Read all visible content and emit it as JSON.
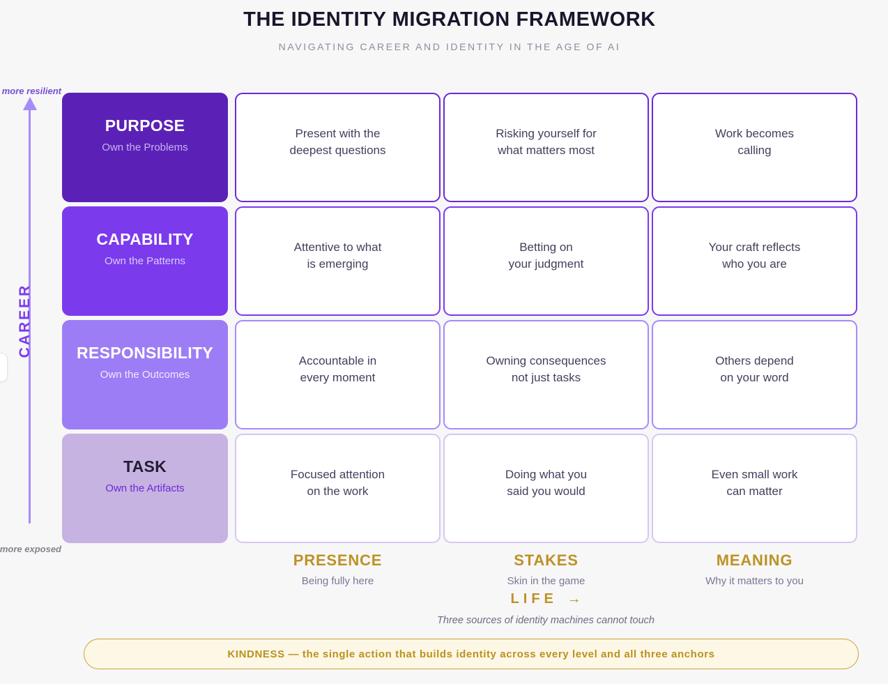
{
  "header": {
    "title": "THE IDENTITY MIGRATION FRAMEWORK",
    "subtitle": "NAVIGATING CAREER AND IDENTITY IN THE AGE OF AI"
  },
  "axis": {
    "label": "CAREER",
    "top_label": "more resilient",
    "bottom_label": "more exposed"
  },
  "matrix": {
    "rows": [
      {
        "label": "PURPOSE",
        "sublabel": "Own the Problems",
        "cells": [
          "Present with the\ndeepest questions",
          "Risking yourself for\nwhat matters most",
          "Work becomes\ncalling"
        ]
      },
      {
        "label": "CAPABILITY",
        "sublabel": "Own the Patterns",
        "cells": [
          "Attentive to what\nis emerging",
          "Betting on\nyour judgment",
          "Your craft reflects\nwho you are"
        ]
      },
      {
        "label": "RESPONSIBILITY",
        "sublabel": "Own the Outcomes",
        "cells": [
          "Accountable in\nevery moment",
          "Owning consequences\nnot just tasks",
          "Others depend\non your word"
        ]
      },
      {
        "label": "TASK",
        "sublabel": "Own the Artifacts",
        "cells": [
          "Focused attention\non the work",
          "Doing what you\nsaid you would",
          "Even small work\ncan matter"
        ]
      }
    ],
    "columns": [
      {
        "label": "PRESENCE",
        "sublabel": "Being fully here"
      },
      {
        "label": "STAKES",
        "sublabel": "Skin in the game"
      },
      {
        "label": "MEANING",
        "sublabel": "Why it matters to you"
      }
    ]
  },
  "life": {
    "label": "LIFE",
    "arrow": "→",
    "note": "Three sources of identity machines cannot touch"
  },
  "banner": {
    "text": "KINDNESS — the single action that builds identity across every level and all three anchors"
  },
  "colors": {
    "background": "#f7f7f8",
    "purpose_bg": "#5b21b6",
    "capability_bg": "#7c3aed",
    "responsibility_bg": "#9d7df5",
    "task_bg": "#c6b3e1",
    "cell_border_row1": "#6d28d9",
    "cell_border_row2": "#7c3aed",
    "cell_border_row3": "#a78bfa",
    "cell_border_row4": "#d7c6f1",
    "axis_purple": "#7c3aed",
    "arrow_purple": "#a78bfa",
    "gold": "#bd9226",
    "banner_bg": "#fdf7e5",
    "banner_border": "#c9a23a"
  }
}
